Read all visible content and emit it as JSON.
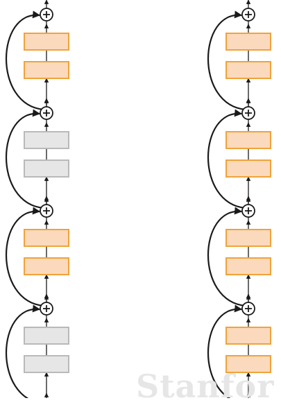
{
  "diagram": {
    "columns": [
      {
        "id": "left-column",
        "blocks": [
          {
            "state": "active"
          },
          {
            "state": "dropped"
          },
          {
            "state": "active"
          },
          {
            "state": "dropped"
          }
        ]
      },
      {
        "id": "right-column",
        "blocks": [
          {
            "state": "active"
          },
          {
            "state": "active"
          },
          {
            "state": "active"
          },
          {
            "state": "active"
          }
        ]
      }
    ],
    "colors": {
      "active_fill": "#fbd9bc",
      "active_stroke": "#f0a33a",
      "dropped_fill": "#e6e6e6",
      "dropped_stroke": "#b9b9b9",
      "line": "#1a1a1a"
    }
  },
  "watermark": {
    "text": "Stanfor"
  }
}
